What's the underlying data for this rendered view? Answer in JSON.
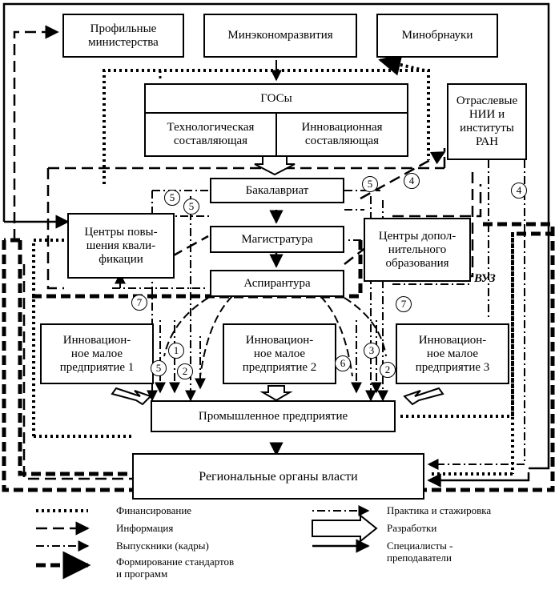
{
  "boxes": {
    "profile_ministries": "Профильные\nминистерства",
    "mineconom": "Минэкономразвития",
    "minobr": "Минобрнауки",
    "gos": "ГОСы",
    "tech_component": "Технологическая\nсоставляющая",
    "innov_component": "Инновационная\nсоставляющая",
    "research_institutes": "Отраслевые\nНИИ и\nинституты\nРАН",
    "bachelor": "Бакалавриат",
    "master": "Магистратура",
    "postgrad": "Аспирантура",
    "qualification_centers": "Центры повы-\nшения квали-\nфикации",
    "additional_edu_centers": "Центры допол-\nнительного\nобразования",
    "small_ent_1": "Инновацион-\nное малое\nпредприятие 1",
    "small_ent_2": "Инновацион-\nное малое\nпредприятие 2",
    "small_ent_3": "Инновацион-\nное малое\nпредприятие 3",
    "industrial": "Промышленное предприятие",
    "regional": "Региональные органы власти"
  },
  "vuz_label": "ВУЗ",
  "markers": [
    "5",
    "5",
    "5",
    "4",
    "4",
    "7",
    "7",
    "1",
    "2",
    "5",
    "6",
    "3",
    "2"
  ],
  "legend": {
    "left": [
      "Финансирование",
      "Информация",
      "Выпускники (кадры)",
      "Формирование стандартов\nи программ"
    ],
    "right": [
      "Практика и стажировка",
      "Разработки",
      "Специалисты -\nпреподаватели"
    ]
  }
}
